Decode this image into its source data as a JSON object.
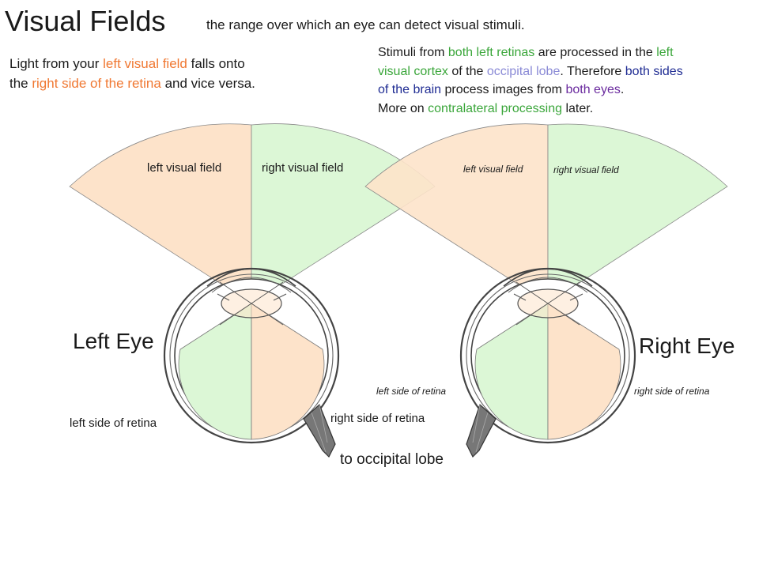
{
  "title": "Visual Fields",
  "subtitle": "the range over which an eye can detect visual stimuli.",
  "note_left": {
    "s1": "Light from your ",
    "s2": "left visual field",
    "s3": " falls onto",
    "s4": "the ",
    "s5": "right side of the retina",
    "s6": " and vice versa."
  },
  "note_right": {
    "s1": "Stimuli from ",
    "s2": "both left retinas",
    "s3": " are processed in the ",
    "s4": "left",
    "s5": "visual cortex",
    "s6": " of the ",
    "s7": "occipital lobe",
    "s8": ". Therefore ",
    "s9": "both sides",
    "s10": "of the brain",
    "s11": " process images from ",
    "s12": "both eyes",
    "s13": ".",
    "s14": "More on ",
    "s15": "contralateral processing",
    "s16": " later."
  },
  "left_diagram": {
    "field_left": "left visual field",
    "field_right": "right visual field",
    "eye_label": "Left Eye",
    "retina_left": "left side of retina",
    "retina_right": "right side of retina",
    "lobe": "to occipital lobe"
  },
  "right_diagram": {
    "field_left": "left visual field",
    "field_right": "right visual field",
    "eye_label": "Right Eye",
    "retina_left": "left side of retina",
    "retina_right": "right side of retina"
  },
  "colors": {
    "orange_region": "#fde3ca",
    "green_region": "#dcf7d6",
    "accent_orange": "#f07832",
    "accent_green": "#3aa63a",
    "accent_lavender": "#8a8ad6",
    "accent_navy": "#1f2c93",
    "accent_purple": "#6a2a9e"
  }
}
